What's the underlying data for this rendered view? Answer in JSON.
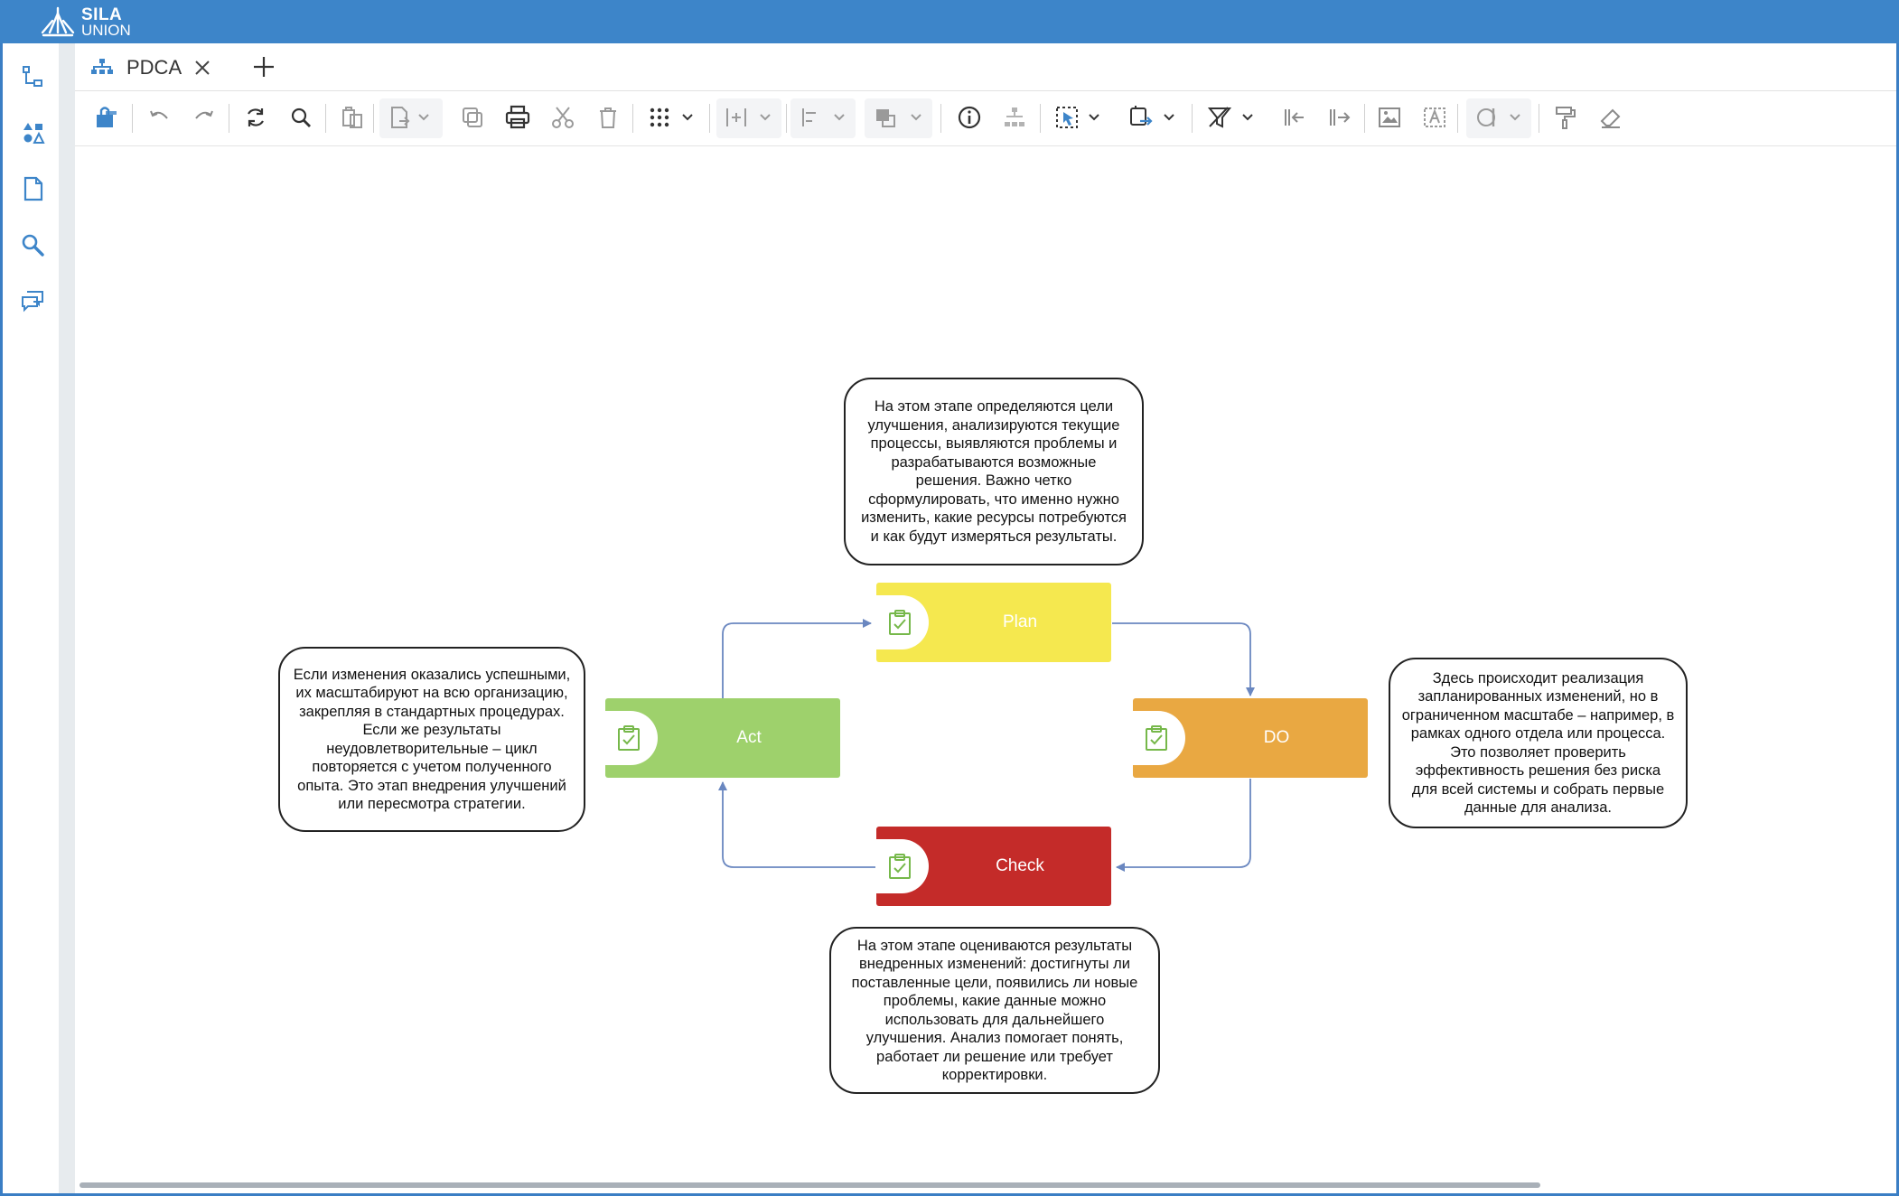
{
  "app": {
    "brand_line1": "SILA",
    "brand_line2": "UNION"
  },
  "tabs": [
    {
      "label": "PDCA"
    }
  ],
  "diagram": {
    "steps": [
      {
        "id": "plan",
        "label": "Plan",
        "color": "#f5e84f"
      },
      {
        "id": "do",
        "label": "DO",
        "color": "#e9a842"
      },
      {
        "id": "check",
        "label": "Check",
        "color": "#c42b29"
      },
      {
        "id": "act",
        "label": "Act",
        "color": "#9ed16c"
      }
    ],
    "notes": {
      "plan": [
        "На этом этапе определяются цели",
        "улучшения, анализируются текущие",
        "процессы, выявляются проблемы и",
        "разрабатываются возможные",
        "решения. Важно четко",
        "сформулировать, что именно нужно",
        "изменить, какие ресурсы потребуются",
        "и как будут измеряться результаты."
      ],
      "do": [
        "Здесь происходит реализация",
        "запланированных изменений, но в",
        "ограниченном масштабе – например, в",
        "рамках одного отдела или процесса.",
        "Это позволяет проверить",
        "эффективность решения без риска",
        "для всей системы и собрать первые",
        "данные для анализа."
      ],
      "check": [
        "На этом этапе оцениваются результаты",
        "внедренных изменений: достигнуты ли",
        "поставленные цели, появились ли новые",
        "проблемы, какие данные можно",
        "использовать для дальнейшего",
        "улучшения. Анализ помогает понять,",
        "работает ли решение или требует",
        "корректировки."
      ],
      "act": [
        "Если изменения оказались успешными,",
        "их масштабируют на всю организацию,",
        "закрепляя в стандартных процедурах.",
        "Если же результаты",
        "неудовлетворительные – цикл",
        "повторяется с учетом полученного",
        "опыта. Это этап внедрения улучшений",
        "или пересмотра стратегии."
      ]
    }
  },
  "colors": {
    "titlebar": "#3d85c9",
    "icon_blue": "#3d85c9",
    "connector": "#6a87c0",
    "check_green": "#76b84a"
  }
}
